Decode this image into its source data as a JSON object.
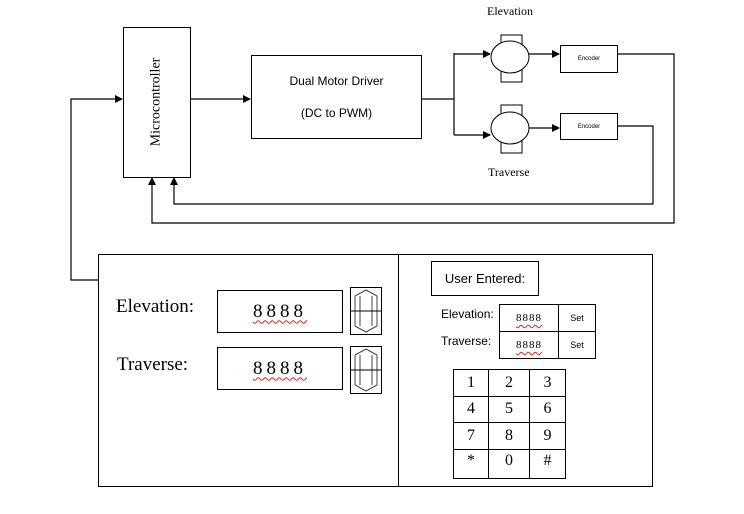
{
  "diagram": {
    "microcontroller": {
      "label": "Microcontroller"
    },
    "motor_driver": {
      "line1": "Dual Motor Driver",
      "line2": "(DC to PWM)"
    },
    "motors": [
      {
        "label": "Elevation",
        "encoder_label": "Encoder"
      },
      {
        "label": "Traverse",
        "encoder_label": "Encoder"
      }
    ],
    "connections": [
      {
        "from": "display-panel",
        "to": "microcontroller"
      },
      {
        "from": "microcontroller",
        "to": "motor_driver"
      },
      {
        "from": "motor_driver",
        "to": "elevation-motor"
      },
      {
        "from": "motor_driver",
        "to": "traverse-motor"
      },
      {
        "from": "elevation-motor",
        "to": "elevation-encoder"
      },
      {
        "from": "traverse-motor",
        "to": "traverse-encoder"
      },
      {
        "from": "elevation-encoder",
        "to": "microcontroller"
      },
      {
        "from": "traverse-encoder",
        "to": "microcontroller"
      }
    ]
  },
  "display_panel": {
    "left": {
      "rows": [
        {
          "label": "Elevation:",
          "value": "8888"
        },
        {
          "label": "Traverse:",
          "value": "8888"
        }
      ]
    },
    "right": {
      "title": "User Entered:",
      "rows": [
        {
          "label": "Elevation:",
          "value": "8888",
          "button": "Set"
        },
        {
          "label": "Traverse:",
          "value": "8888",
          "button": "Set"
        }
      ],
      "keypad": [
        [
          "1",
          "2",
          "3"
        ],
        [
          "4",
          "5",
          "6"
        ],
        [
          "7",
          "8",
          "9"
        ],
        [
          "*",
          "0",
          "#"
        ]
      ]
    }
  }
}
